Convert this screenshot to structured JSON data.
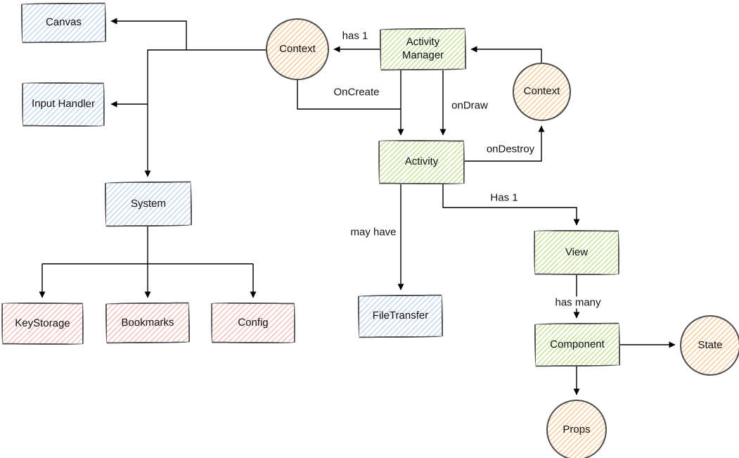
{
  "diagram": {
    "nodes": {
      "canvas": {
        "label": "Canvas",
        "shape": "rectangle",
        "color": "blue"
      },
      "input_handler": {
        "label": "Input Handler",
        "shape": "rectangle",
        "color": "blue"
      },
      "system": {
        "label": "System",
        "shape": "rectangle",
        "color": "blue"
      },
      "keystorage": {
        "label": "KeyStorage",
        "shape": "rectangle",
        "color": "pink"
      },
      "bookmarks": {
        "label": "Bookmarks",
        "shape": "rectangle",
        "color": "pink"
      },
      "config": {
        "label": "Config",
        "shape": "rectangle",
        "color": "pink"
      },
      "context_left": {
        "label": "Context",
        "shape": "circle",
        "color": "orange"
      },
      "activity_manager": {
        "label": "Activity Manager",
        "shape": "rectangle",
        "color": "green"
      },
      "context_right": {
        "label": "Context",
        "shape": "circle",
        "color": "orange"
      },
      "activity": {
        "label": "Activity",
        "shape": "rectangle",
        "color": "green"
      },
      "filetransfer": {
        "label": "FileTransfer",
        "shape": "rectangle",
        "color": "blue"
      },
      "view": {
        "label": "View",
        "shape": "rectangle",
        "color": "green"
      },
      "component": {
        "label": "Component",
        "shape": "rectangle",
        "color": "green"
      },
      "state": {
        "label": "State",
        "shape": "circle",
        "color": "orange"
      },
      "props": {
        "label": "Props",
        "shape": "circle",
        "color": "orange"
      }
    },
    "edge_labels": {
      "has_1_top": "has 1",
      "oncreate": "OnCreate",
      "ondraw": "onDraw",
      "ondestroy": "onDestroy",
      "has_1_view": "Has 1",
      "may_have": "may have",
      "has_many": "has many"
    },
    "colors": {
      "blue_hatch": "#cbdcf3",
      "green_hatch": "#cde4a0",
      "orange_hatch": "#f8d0a2",
      "pink_hatch": "#f6c8c5",
      "shape_stroke": "#4d4d4d",
      "edge_stroke": "#000000",
      "background": "#ffffff"
    }
  }
}
